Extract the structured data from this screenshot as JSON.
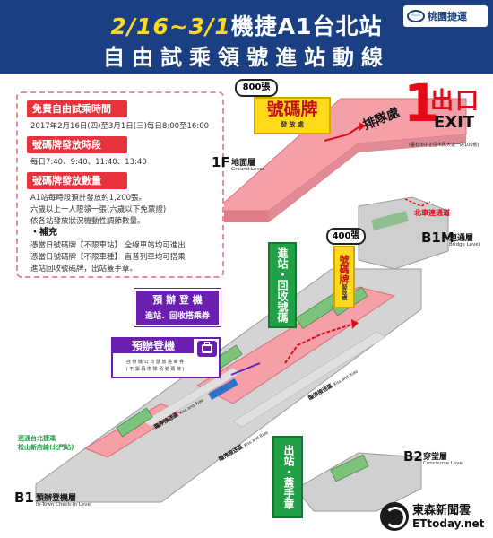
{
  "header": {
    "title_date": "2/16~3/1",
    "title_rest": "機捷A1台北站",
    "subtitle": "自由試乘領號進站動線",
    "logo_text": "桃園捷運"
  },
  "info": {
    "sections": [
      {
        "tag": "免費自由試乘時間",
        "lines": [
          "2017年2月16日(四)至3月1日(三)每日8:00至16:00"
        ]
      },
      {
        "tag": "號碼牌發放時段",
        "lines": [
          "每日7:40、9:40、11:40、13:40"
        ]
      },
      {
        "tag": "號碼牌發放數量",
        "lines": [
          "A1站每時段預計發放約1,200張。",
          "六歲以上一人限領一張(六歲以下免票證)",
          "依各站發放狀況機動性調節數量。"
        ]
      }
    ],
    "supplement_title": "・補充",
    "supplement_lines": [
      "憑當日號碼牌【不限車站】 全線車站均可進出",
      "憑當日號碼牌【不限車種】 直普列車均可搭乘",
      "進站回收號碼牌，出站蓋手章。"
    ]
  },
  "map": {
    "levels": {
      "f1": {
        "code": "1F",
        "name": "地面層",
        "en": "Ground Level"
      },
      "b1m": {
        "code": "B1M",
        "name": "連通層",
        "en": "Bridge Level"
      },
      "b2": {
        "code": "B2",
        "name": "穿堂層",
        "en": "Concourse Level"
      },
      "b1": {
        "code": "B1",
        "name": "預辦登機層",
        "en": "In-Town Check-In Level"
      }
    },
    "queue_label": "排隊處",
    "ticket1": {
      "count": "800張",
      "title": "號碼牌",
      "sub": "發 放 處"
    },
    "ticket2": {
      "count": "400張",
      "title": "號碼牌",
      "sub": "發放處"
    },
    "enter_box": "進站・回收號碼牌",
    "exit_box": "出站・蓋手章",
    "checkin_purple": {
      "line1": "預 辦 登 機",
      "line2": "進站．回收搭乘券"
    },
    "checkin_machine": {
      "title": "預辦登機",
      "line1": "自 辦 機 公 司 發 放 搭 乘 券",
      "line2": "( 不 需 再 排 隊 領 號 碼 牌 )"
    },
    "north_passage": "北車連通道",
    "kiss_ride": [
      {
        "cn": "臨停接送區",
        "en": "Kiss and Ride"
      },
      {
        "cn": "臨停接送區",
        "en": "Kiss and Ride"
      },
      {
        "cn": "臨停接送區",
        "en": "Kiss and Ride"
      }
    ],
    "connection_text": {
      "line1": "連通台北捷運",
      "line2": "松山新店線(北門站)"
    },
    "exit": {
      "number": "1",
      "cn": "出口",
      "en": "EXIT",
      "address": "(臺北市中正區市民大道一段100號)"
    }
  },
  "watermark": {
    "line1": "東森新聞雲",
    "line2": "ETtoday.net"
  },
  "colors": {
    "header_bg": "#1b3f83",
    "title_yellow": "#ffd91a",
    "tag_red": "#e8333c",
    "floor_pink": "#f5a0a9",
    "green": "#21a046",
    "purple": "#6b1fb1",
    "exit_red": "#e30b17"
  }
}
